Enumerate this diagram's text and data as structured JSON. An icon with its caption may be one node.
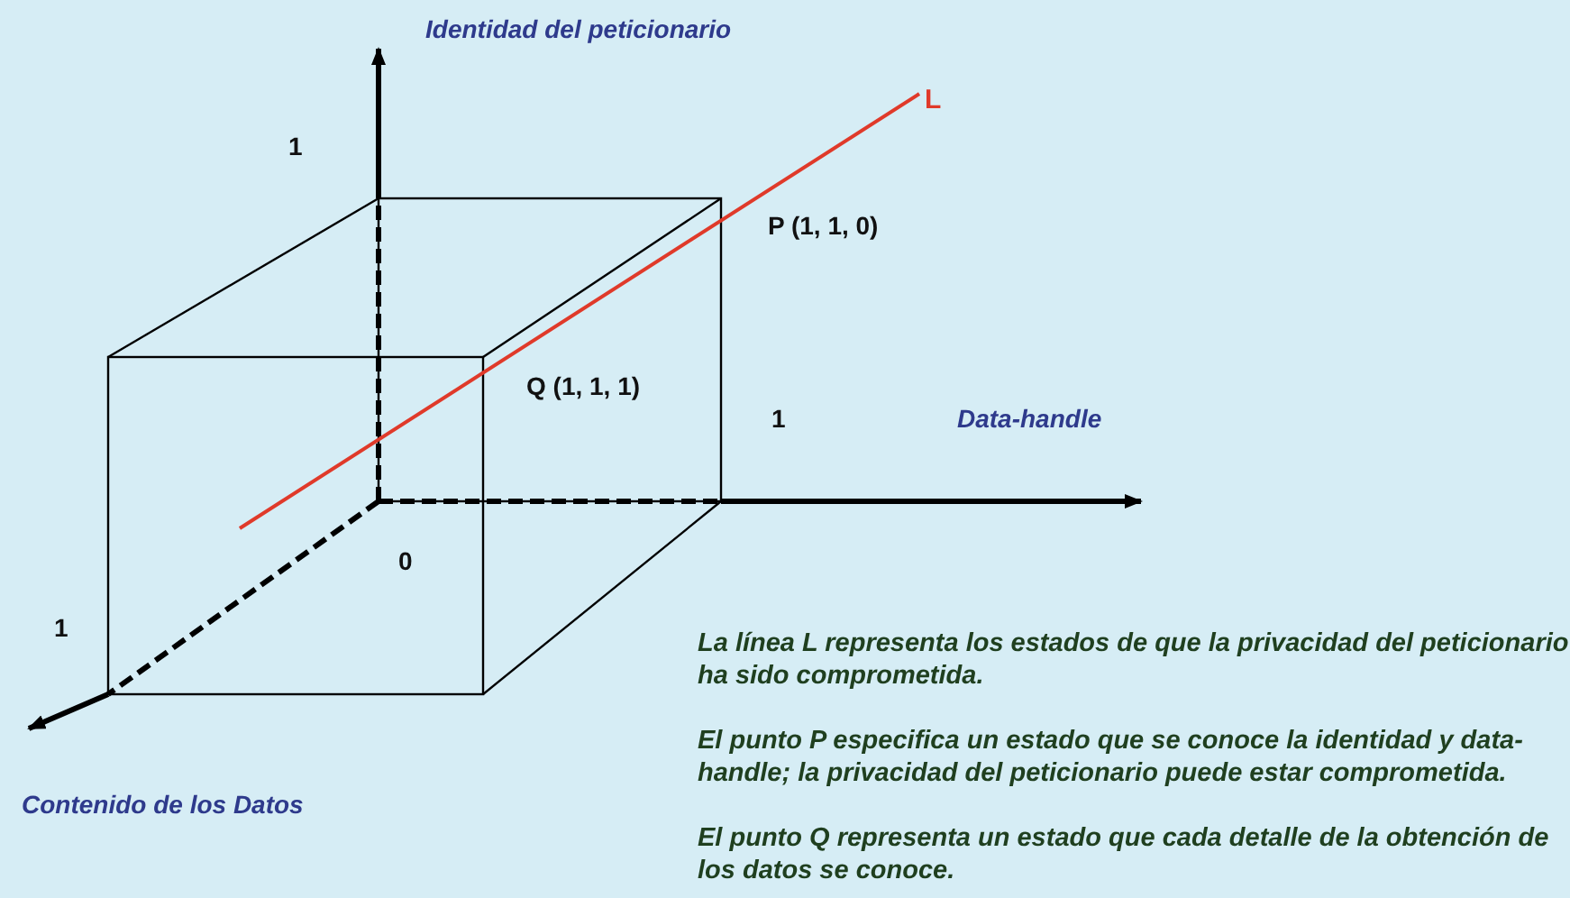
{
  "diagram": {
    "labels": [
      "Identidad del peticionario",
      "L",
      "1",
      "P (1, 1, 0)",
      "Q (1, 1, 1)",
      "1",
      "Data-handle",
      "0",
      "1",
      "La línea L representa los estados de que la privacidad del peticionario ha sido comprometida.",
      "El punto P especifica un estado que se conoce la identidad y data-handle; la privacidad del peticionario puede estar comprometida.",
      "El punto Q representa un estado que cada detalle de la obtención de los datos se conoce.",
      "Contenido de los Datos"
    ]
  }
}
